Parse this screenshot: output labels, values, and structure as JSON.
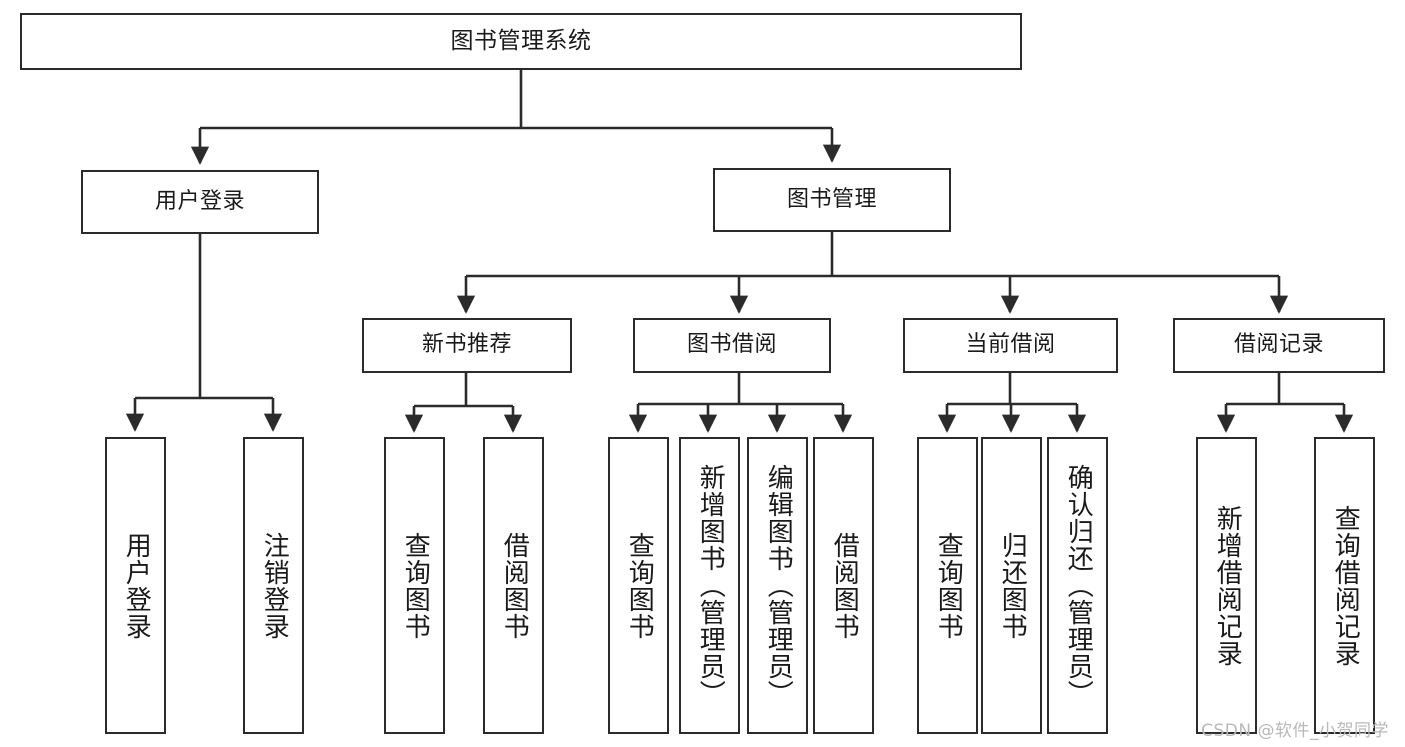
{
  "diagram": {
    "title": "图书管理系统",
    "type": "tree-hierarchy",
    "watermark": "CSDN @软件_小贺同学",
    "colors": {
      "node_border": "#2b2b2b",
      "node_fill": "#ffffff",
      "edge": "#2b2b2b",
      "text": "#1a1a1a",
      "watermark": "#b9b9b9",
      "background": "#ffffff"
    },
    "nodes": {
      "root": {
        "label": "图书管理系统"
      },
      "level1": [
        {
          "id": "user-login",
          "label": "用户登录"
        },
        {
          "id": "book-manage",
          "label": "图书管理"
        }
      ],
      "level2": [
        {
          "id": "new-book-rec",
          "label": "新书推荐"
        },
        {
          "id": "book-borrow",
          "label": "图书借阅"
        },
        {
          "id": "current-borrow",
          "label": "当前借阅"
        },
        {
          "id": "borrow-record",
          "label": "借阅记录"
        }
      ],
      "leaves": {
        "user_login": [
          {
            "id": "leaf-user-login",
            "label": "用户登录"
          },
          {
            "id": "leaf-logout",
            "label": "注销登录"
          }
        ],
        "new_book_rec": [
          {
            "id": "leaf-query-book-1",
            "label": "查询图书"
          },
          {
            "id": "leaf-borrow-book-1",
            "label": "借阅图书"
          }
        ],
        "book_borrow": [
          {
            "id": "leaf-query-book-2",
            "label": "查询图书"
          },
          {
            "id": "leaf-add-book",
            "label": "新增图书（管理员）"
          },
          {
            "id": "leaf-edit-book",
            "label": "编辑图书（管理员）"
          },
          {
            "id": "leaf-borrow-book-2",
            "label": "借阅图书"
          }
        ],
        "current_borrow": [
          {
            "id": "leaf-query-book-3",
            "label": "查询图书"
          },
          {
            "id": "leaf-return-book",
            "label": "归还图书"
          },
          {
            "id": "leaf-confirm-return",
            "label": "确认归还（管理员）"
          }
        ],
        "borrow_record": [
          {
            "id": "leaf-add-record",
            "label": "新增借阅记录"
          },
          {
            "id": "leaf-query-record",
            "label": "查询借阅记录"
          }
        ]
      }
    }
  }
}
